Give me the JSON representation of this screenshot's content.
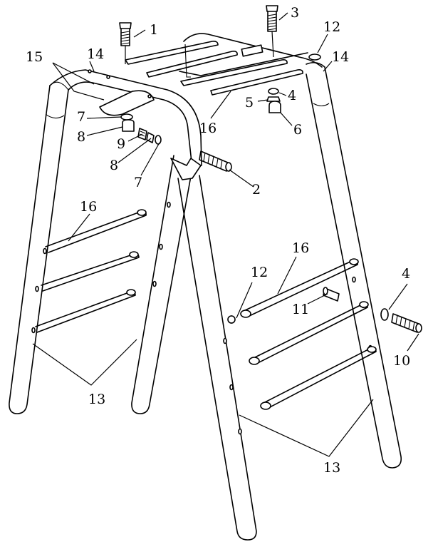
{
  "callouts": [
    {
      "id": "c1",
      "text": "1"
    },
    {
      "id": "c2",
      "text": "2"
    },
    {
      "id": "c3",
      "text": "3"
    },
    {
      "id": "c4a",
      "text": "4"
    },
    {
      "id": "c4b",
      "text": "4"
    },
    {
      "id": "c5",
      "text": "5"
    },
    {
      "id": "c6",
      "text": "6"
    },
    {
      "id": "c7a",
      "text": "7"
    },
    {
      "id": "c7b",
      "text": "7"
    },
    {
      "id": "c8a",
      "text": "8"
    },
    {
      "id": "c8b",
      "text": "8"
    },
    {
      "id": "c9",
      "text": "9"
    },
    {
      "id": "c10",
      "text": "10"
    },
    {
      "id": "c11",
      "text": "11"
    },
    {
      "id": "c12a",
      "text": "12"
    },
    {
      "id": "c12b",
      "text": "12"
    },
    {
      "id": "c13a",
      "text": "13"
    },
    {
      "id": "c13b",
      "text": "13"
    },
    {
      "id": "c14a",
      "text": "14"
    },
    {
      "id": "c14b",
      "text": "14"
    },
    {
      "id": "c15",
      "text": "15"
    },
    {
      "id": "c16a",
      "text": "16"
    },
    {
      "id": "c16b",
      "text": "16"
    },
    {
      "id": "c16c",
      "text": "16"
    }
  ]
}
